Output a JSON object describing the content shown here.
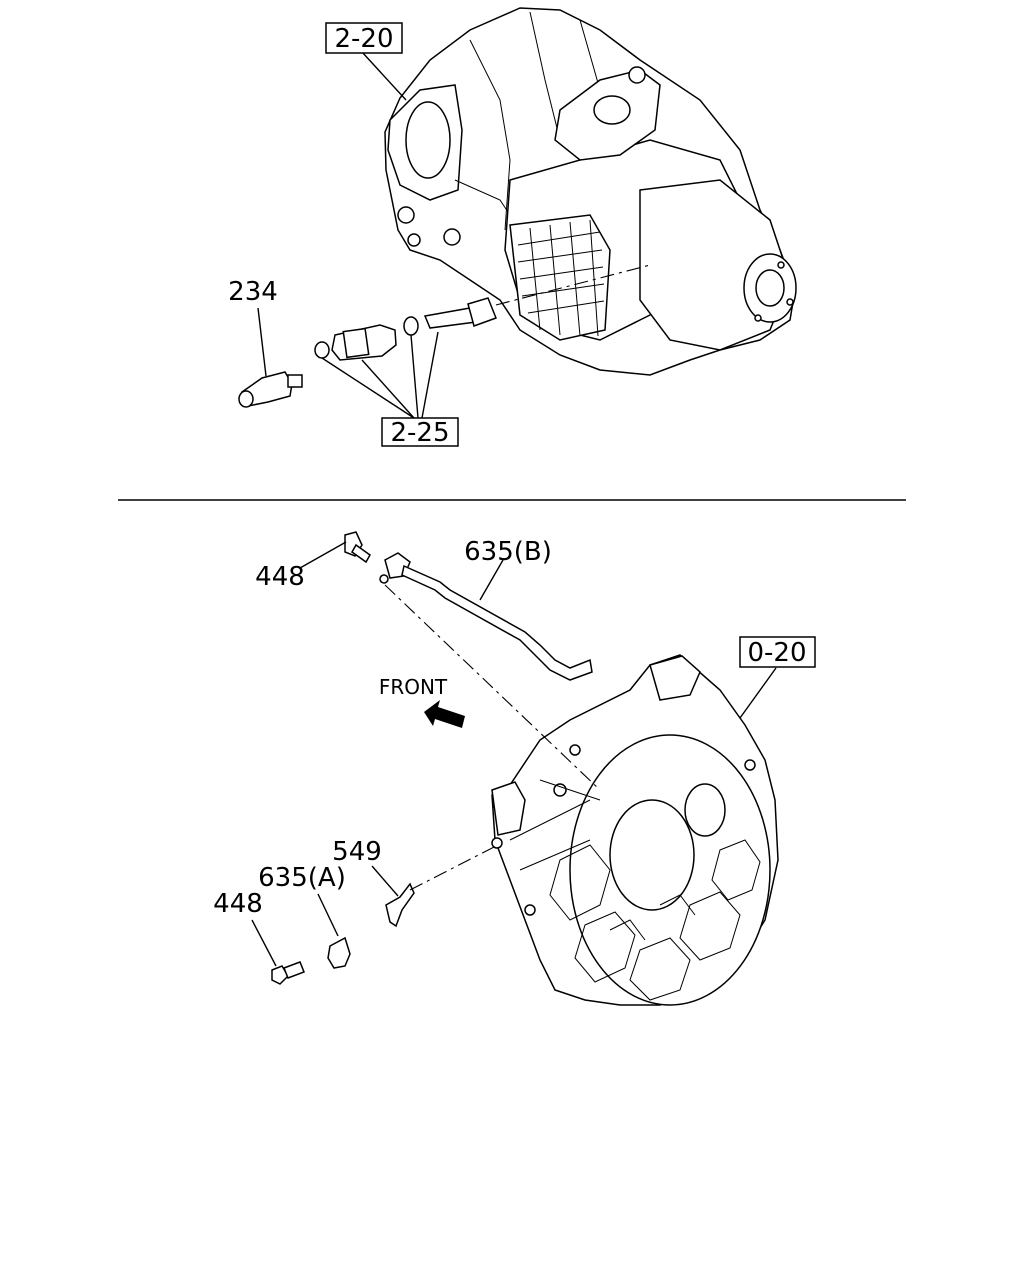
{
  "top": {
    "ref_boxes": {
      "transmission": "2-20",
      "speed_sensor_group": "2-25"
    },
    "labels": {
      "sensor": "234"
    }
  },
  "bottom": {
    "ref_box": "0-20",
    "direction_label": "FRONT",
    "labels": {
      "bolt_upper": "448",
      "harness_b": "635(B)",
      "bracket": "549",
      "sensor_a": "635(A)",
      "bolt_lower": "448"
    }
  }
}
